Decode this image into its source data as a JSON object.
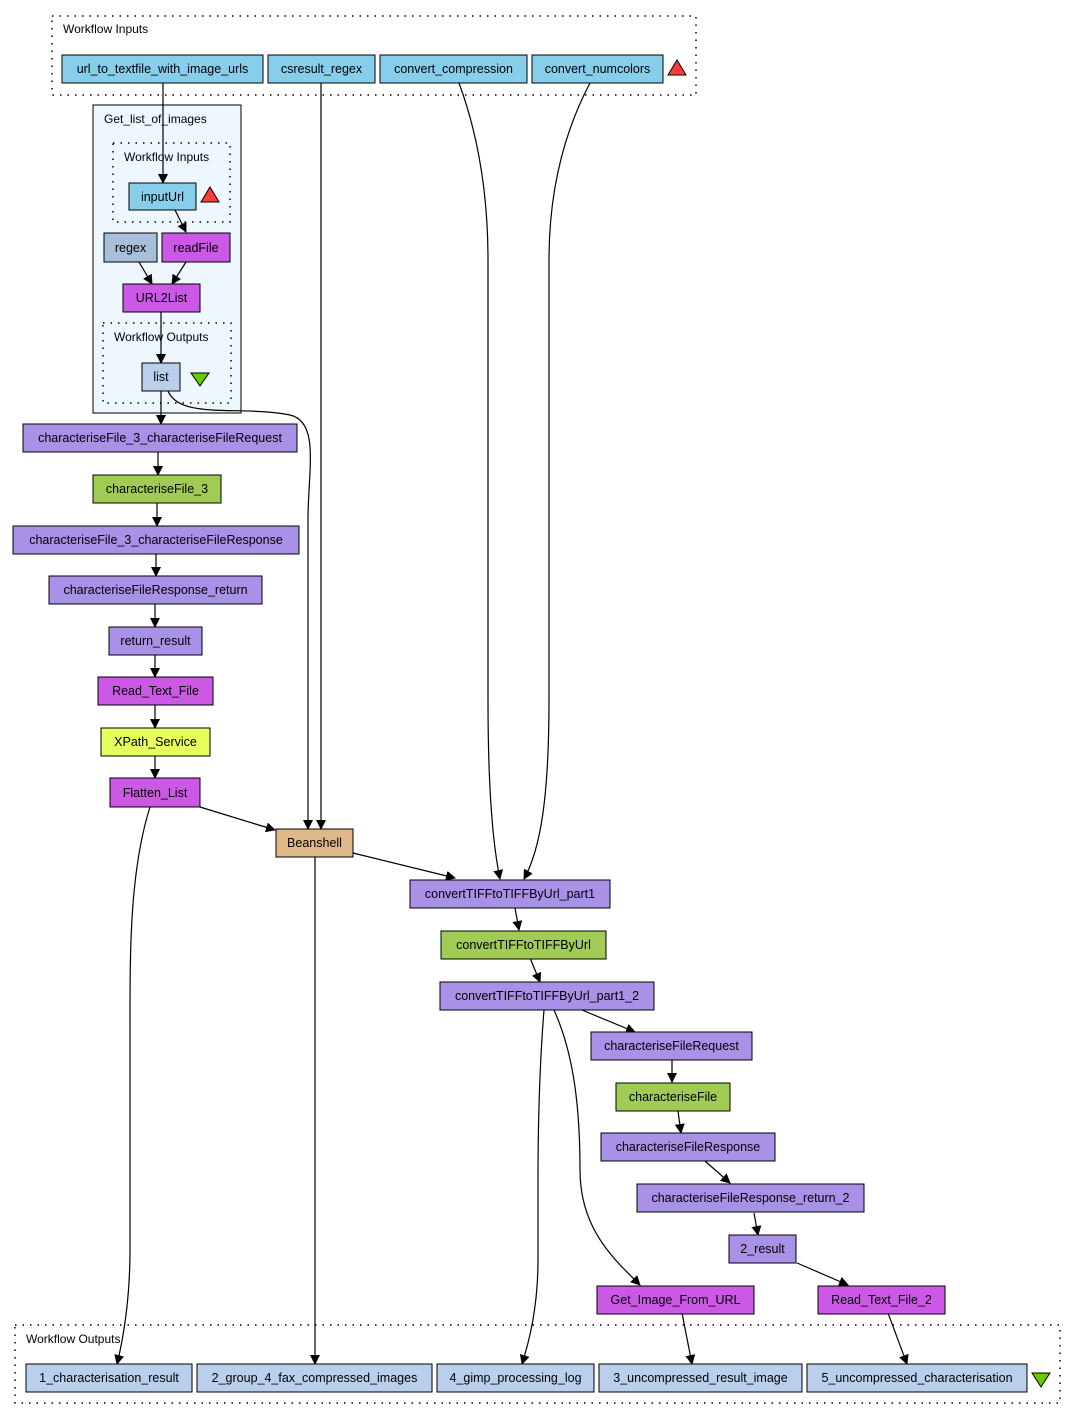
{
  "colors": {
    "input": "#87ceeb",
    "output": "#b9cfec",
    "processor_purple": "#a991e8",
    "processor_magenta": "#cc59e6",
    "service_green": "#a0cc55",
    "xpath_yellow": "#e6ff5e",
    "beanshell": "#deb887",
    "regex_const": "#a8bfd9",
    "nested_bg": "#eef6fe",
    "input_marker": "#ff3b3b",
    "output_marker": "#66cc00"
  },
  "clusters": {
    "top_inputs": "Workflow Inputs",
    "nested": "Get_list_of_images",
    "nested_inputs": "Workflow Inputs",
    "nested_outputs": "Workflow Outputs",
    "bottom_outputs": "Workflow Outputs"
  },
  "nodes": {
    "url_to_textfile": "url_to_textfile_with_image_urls",
    "csresult_regex": "csresult_regex",
    "convert_compression": "convert_compression",
    "convert_numcolors": "convert_numcolors",
    "inputUrl": "inputUrl",
    "regex": "regex",
    "readFile": "readFile",
    "URL2List": "URL2List",
    "list": "list",
    "cf3_request": "characteriseFile_3_characteriseFileRequest",
    "cf3": "characteriseFile_3",
    "cf3_response": "characteriseFile_3_characteriseFileResponse",
    "cf_response_return": "characteriseFileResponse_return",
    "return_result": "return_result",
    "read_text_file": "Read_Text_File",
    "xpath": "XPath_Service",
    "flatten": "Flatten_List",
    "beanshell": "Beanshell",
    "conv_part1": "convertTIFFtoTIFFByUrl_part1",
    "conv": "convertTIFFtoTIFFByUrl",
    "conv_part1_2": "convertTIFFtoTIFFByUrl_part1_2",
    "cf_request": "characteriseFileRequest",
    "cf": "characteriseFile",
    "cf_response": "characteriseFileResponse",
    "cf_response_return_2": "characteriseFileResponse_return_2",
    "result_2": "2_result",
    "get_image": "Get_Image_From_URL",
    "read_text_file_2": "Read_Text_File_2",
    "out1": "1_characterisation_result",
    "out2": "2_group_4_fax_compressed_images",
    "out4": "4_gimp_processing_log",
    "out3": "3_uncompressed_result_image",
    "out5": "5_uncompressed_characterisation"
  },
  "edges": [
    [
      "url_to_textfile",
      "inputUrl"
    ],
    [
      "inputUrl",
      "readFile"
    ],
    [
      "regex",
      "URL2List"
    ],
    [
      "readFile",
      "URL2List"
    ],
    [
      "URL2List",
      "list"
    ],
    [
      "list",
      "cf3_request"
    ],
    [
      "list",
      "beanshell"
    ],
    [
      "csresult_regex",
      "beanshell"
    ],
    [
      "convert_compression",
      "conv_part1"
    ],
    [
      "convert_numcolors",
      "conv_part1"
    ],
    [
      "cf3_request",
      "cf3"
    ],
    [
      "cf3",
      "cf3_response"
    ],
    [
      "cf3_response",
      "cf_response_return"
    ],
    [
      "cf_response_return",
      "return_result"
    ],
    [
      "return_result",
      "read_text_file"
    ],
    [
      "read_text_file",
      "xpath"
    ],
    [
      "xpath",
      "flatten"
    ],
    [
      "flatten",
      "beanshell"
    ],
    [
      "flatten",
      "out1"
    ],
    [
      "beanshell",
      "conv_part1"
    ],
    [
      "beanshell",
      "out2"
    ],
    [
      "conv_part1",
      "conv"
    ],
    [
      "conv",
      "conv_part1_2"
    ],
    [
      "conv_part1_2",
      "cf_request"
    ],
    [
      "conv_part1_2",
      "out4"
    ],
    [
      "conv_part1_2",
      "get_image"
    ],
    [
      "cf_request",
      "cf"
    ],
    [
      "cf",
      "cf_response"
    ],
    [
      "cf_response",
      "cf_response_return_2"
    ],
    [
      "cf_response_return_2",
      "result_2"
    ],
    [
      "result_2",
      "read_text_file_2"
    ],
    [
      "get_image",
      "out3"
    ],
    [
      "read_text_file_2",
      "out5"
    ]
  ]
}
